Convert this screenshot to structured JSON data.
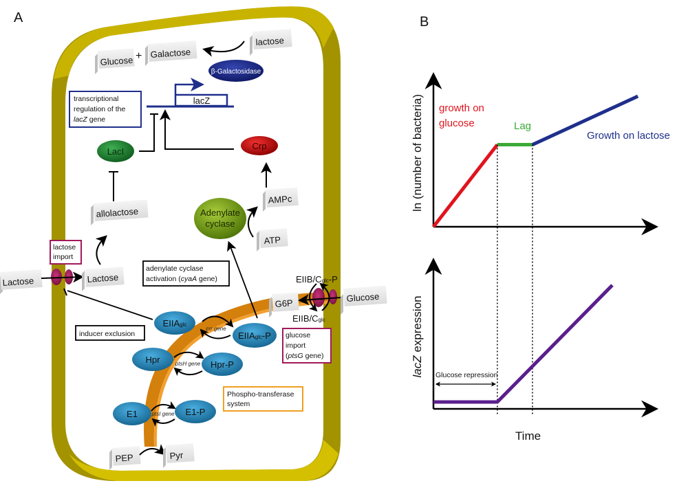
{
  "panel_a": {
    "letter": "A",
    "metabolites": {
      "glucose_top": "Glucose",
      "plus": "+",
      "galactose": "Galactose",
      "lactose_top": "lactose",
      "allolactose": "allolactose",
      "lactose_outside": "Lactose",
      "lactose_inside": "Lactose",
      "ampc": "AMPc",
      "atp": "ATP",
      "g6p": "G6P",
      "glucose_outside": "Glucose",
      "pep": "PEP",
      "pyr": "Pyr"
    },
    "proteins": {
      "beta_gal": "β-Galactosidase",
      "laci": "LacI",
      "crp": "Crp",
      "adenylate_cyclase_line1": "Adenylate",
      "adenylate_cyclase_line2": "cyclase",
      "eiia_base": "EIIA",
      "eiia_sub": "glc",
      "eiiap_base": "EIIA",
      "eiiap_sub": "glc",
      "eiiap_suffix": "-P",
      "hpr": "Hpr",
      "hprp": "Hpr-P",
      "e1": "E1",
      "e1p": "E1-P"
    },
    "gene": {
      "lacz": "lacZ"
    },
    "transporter_labels": {
      "eiibc_p_prefix": "EIIB/C",
      "eiibc_p_sub": "glc",
      "eiibc_p_suffix": "-P",
      "eiibc_prefix": "EIIB/C",
      "eiibc_sub": "glc"
    },
    "gene_labels": {
      "crr": "crr gene",
      "ptsh": "ptsH gene",
      "ptsi": "ptsI gene"
    },
    "annotation_boxes": {
      "transcriptional_line1": "transcriptional",
      "transcriptional_line2": "regulation of the",
      "transcriptional_line3_italic": "lacZ",
      "transcriptional_line3_rest": " gene",
      "lactose_import_line1": "lactose",
      "lactose_import_line2": "import",
      "adenylate_activation_line1": "adenylate cyclase",
      "adenylate_activation_line2_pre": "activation (",
      "adenylate_activation_line2_italic": "cyaA",
      "adenylate_activation_line2_post": " gene)",
      "inducer_exclusion": "inducer exclusion",
      "glucose_import_line1": "glucose",
      "glucose_import_line2": "import",
      "glucose_import_line3_pre": "(",
      "glucose_import_line3_italic": "ptsG",
      "glucose_import_line3_post": " gene)",
      "pts_line1": "Phospho-transferase",
      "pts_line2": "system"
    },
    "colors": {
      "membrane": "#c8b400",
      "membrane_dark": "#a39300",
      "pts_band": "#d4800c",
      "transcription_blue": "#1f2f8c",
      "import_magenta": "#a0195a",
      "pts_box_orange": "#f0a020",
      "laci_green": "#1c7a2c",
      "crp_red": "#c01010",
      "adenylate_green": "#6a9a10",
      "pts_protein_blue": "#2a8ac0",
      "betagal_navy": "#1a2580"
    }
  },
  "panel_b": {
    "letter": "B",
    "chart_data": [
      {
        "type": "line",
        "title": "",
        "xlabel": "",
        "ylabel": "ln (number of bacteria)",
        "series": [
          {
            "name": "growth on glucose",
            "color": "#e0141e",
            "x": [
              0,
              1
            ],
            "y": [
              0,
              1
            ]
          },
          {
            "name": "Lag",
            "color": "#3aaa35",
            "x": [
              1,
              1.55
            ],
            "y": [
              1,
              1
            ]
          },
          {
            "name": "Growth on lactose",
            "color": "#1f2f8c",
            "x": [
              1.55,
              3.2
            ],
            "y": [
              1,
              1.59
            ]
          }
        ],
        "annotations": [
          "growth on glucose",
          "Lag",
          "Growth on lactose"
        ],
        "xlim": [
          0,
          3.5
        ],
        "ylim": [
          0,
          1.8
        ],
        "grid": false,
        "vertical_dotted_lines_x": [
          1,
          1.55
        ]
      },
      {
        "type": "line",
        "title": "",
        "xlabel": "Time",
        "ylabel": "lacZ expression",
        "ylabel_italic_part": "lacZ",
        "ylabel_rest": " expression",
        "series": [
          {
            "name": "lacZ expression",
            "color": "#5a1f8c",
            "x": [
              0,
              1,
              2.8
            ],
            "y": [
              0,
              0,
              1.7
            ]
          }
        ],
        "annotations": [
          "Glucose repression"
        ],
        "xlim": [
          0,
          3.5
        ],
        "ylim": [
          -0.1,
          2.0
        ],
        "grid": false,
        "vertical_dotted_lines_x": [
          1,
          1.55
        ]
      }
    ]
  }
}
